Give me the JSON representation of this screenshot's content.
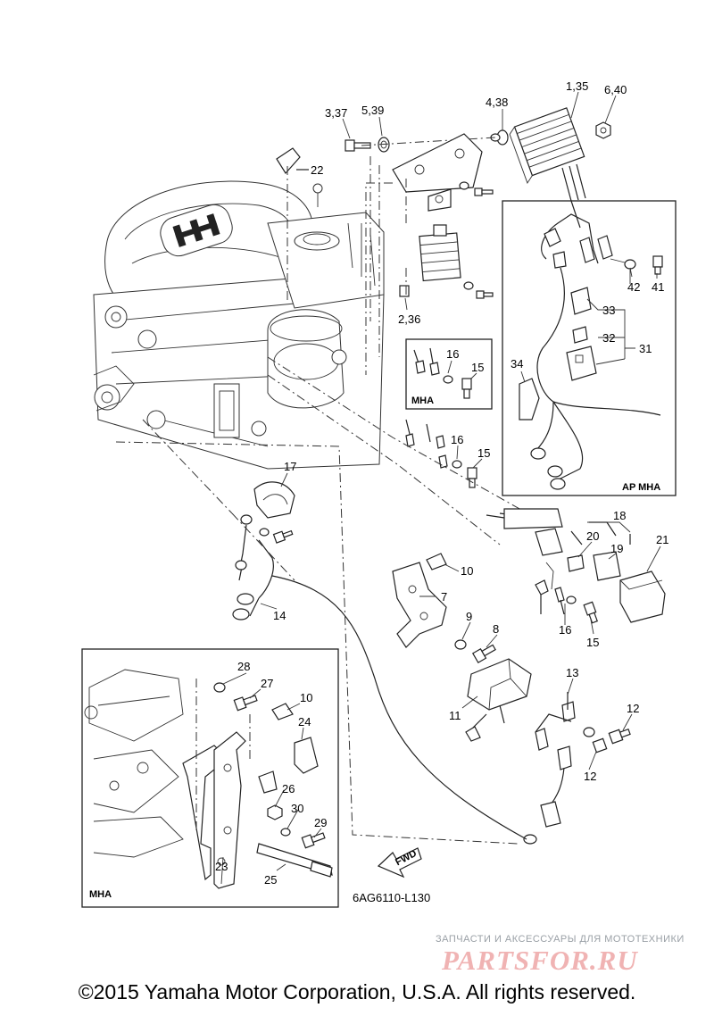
{
  "diagram": {
    "callouts": {
      "c1": "1,35",
      "c2": "6,40",
      "c3": "4,38",
      "c4": "3,37",
      "c5": "5,39",
      "c6": "22",
      "c7": "2,36",
      "c8": "42",
      "c9": "41",
      "c10": "33",
      "c11": "32",
      "c12": "31",
      "c13": "34",
      "c14": "16",
      "c15": "15",
      "c16": "16",
      "c17": "15",
      "c18": "17",
      "c19": "18",
      "c20": "20",
      "c21": "19",
      "c22": "21",
      "c23": "10",
      "c24": "7",
      "c25": "9",
      "c26": "8",
      "c27": "16",
      "c28": "15",
      "c29": "14",
      "c30": "13",
      "c31": "11",
      "c32": "12",
      "c33": "12",
      "c34": "28",
      "c35": "27",
      "c36": "10",
      "c37": "24",
      "c38": "26",
      "c39": "30",
      "c40": "29",
      "c41": "23",
      "c42": "25"
    },
    "box_labels": {
      "mha_small": "MHA",
      "ap_mha": "AP MHA",
      "mha_bottom": "MHA"
    },
    "fwd_label": "FWD",
    "drawing_code": "6AG6110-L130"
  },
  "watermark": {
    "tagline": "ЗАПЧАСТИ И АКСЕССУАРЫ ДЛЯ МОТОТЕХНИКИ",
    "logo": "PARTSFOR.RU"
  },
  "footer": {
    "copyright": "©2015 Yamaha Motor Corporation, U.S.A. All rights reserved."
  }
}
